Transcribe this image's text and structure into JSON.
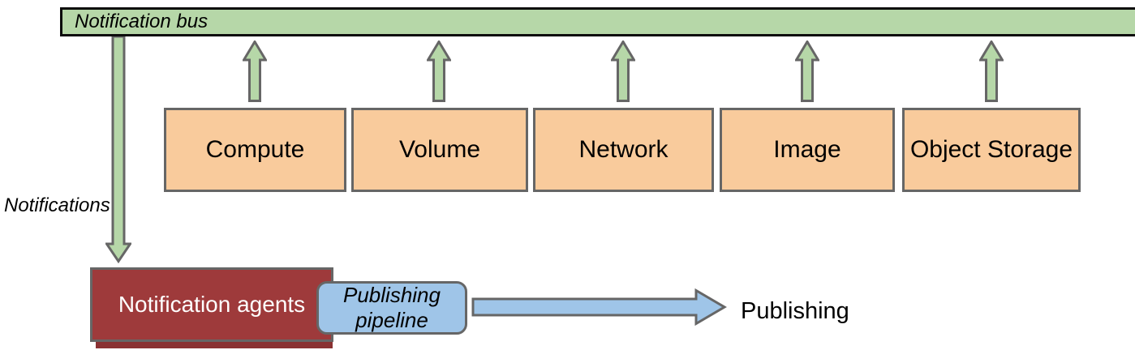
{
  "diagram": {
    "bus": {
      "label": "Notification bus"
    },
    "services": [
      {
        "label": "Compute"
      },
      {
        "label": "Volume"
      },
      {
        "label": "Network"
      },
      {
        "label": "Image"
      },
      {
        "label": "Object Storage"
      }
    ],
    "notifications_label": "Notifications",
    "agents": {
      "label": "Notification agents"
    },
    "pipeline": {
      "line1": "Publishing",
      "line2": "pipeline"
    },
    "publishing_label": "Publishing",
    "colors": {
      "bus_fill": "#b6d7a8",
      "arrow_green_fill": "#b6d7a8",
      "service_fill": "#f9cb9c",
      "agents_fill": "#9e3a3b",
      "agents_shadow": "#8a3132",
      "pipeline_fill": "#9fc5e8",
      "border_gray": "#666666"
    }
  }
}
